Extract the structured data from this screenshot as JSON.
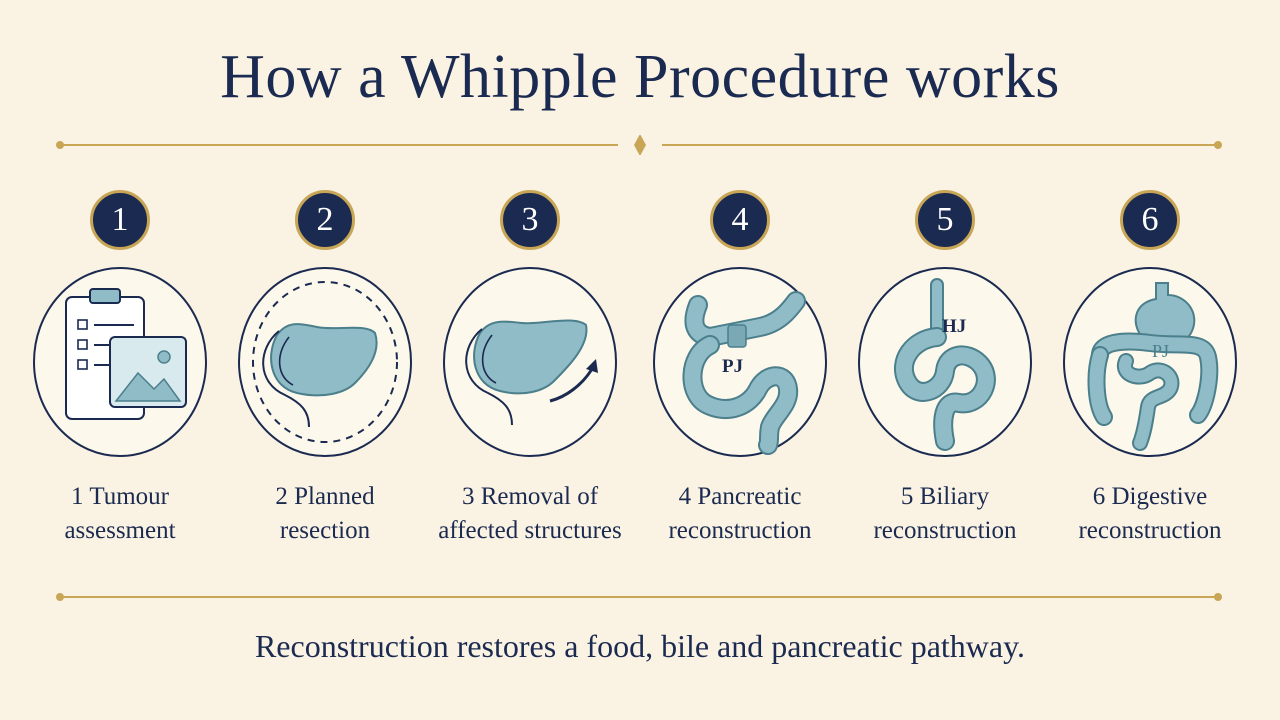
{
  "title": "How a Whipple Procedure works",
  "colors": {
    "navy": "#1b2a50",
    "gold": "#c8a656",
    "background": "#faf3e3",
    "organ": "#8fbcc6"
  },
  "steps": [
    {
      "number": "1",
      "label_line1": "1 Tumour",
      "label_line2": "assessment",
      "icon": "clipboard-image-icon",
      "tag": ""
    },
    {
      "number": "2",
      "label_line1": "2 Planned",
      "label_line2": "resection",
      "icon": "pancreas-dashed-outline-icon",
      "tag": ""
    },
    {
      "number": "3",
      "label_line1": "3 Removal of",
      "label_line2": "affected structures",
      "icon": "pancreas-removal-arrow-icon",
      "tag": ""
    },
    {
      "number": "4",
      "label_line1": "4 Pancreatic",
      "label_line2": "reconstruction",
      "icon": "intestine-loop-icon",
      "tag": "PJ"
    },
    {
      "number": "5",
      "label_line1": "5 Biliary",
      "label_line2": "reconstruction",
      "icon": "bile-duct-loop-icon",
      "tag": "HJ"
    },
    {
      "number": "6",
      "label_line1": "6 Digestive",
      "label_line2": "reconstruction",
      "icon": "stomach-colon-icon",
      "tag": "PJ"
    }
  ],
  "footer": "Reconstruction restores a food, bile and pancreatic pathway."
}
